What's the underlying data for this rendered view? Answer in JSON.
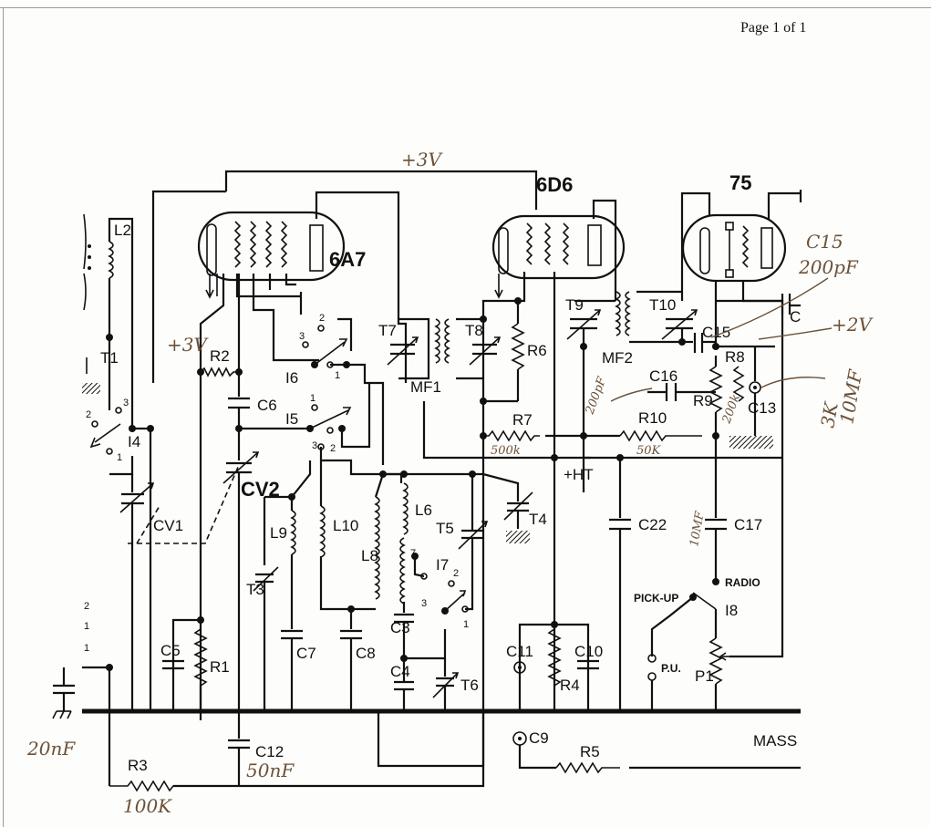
{
  "page": {
    "page_number": "Page 1 of 1"
  },
  "supply": {
    "plus_3v_top": "+3V",
    "plus_3v_left": "+3V",
    "plus_ht": "+HT",
    "plus_2v": "+2V"
  },
  "tubes": {
    "v1": "6A7",
    "v2": "6D6",
    "v3": "75"
  },
  "components": {
    "L2": "L2",
    "T1": "T1",
    "I4": "I4",
    "CV1": "CV1",
    "R2": "R2",
    "C6": "C6",
    "CV2": "CV2",
    "I6": "I6",
    "I5": "I5",
    "T7": "T7",
    "T8": "T8",
    "MF1": "MF1",
    "R6": "R6",
    "T9": "T9",
    "MF2": "MF2",
    "T10": "T10",
    "C15": "C15",
    "C": "C",
    "R8": "R8",
    "C16": "C16",
    "R9": "R9",
    "C13": "C13",
    "R7": "R7",
    "R10": "R10",
    "L9": "L9",
    "L10": "L10",
    "L6": "L6",
    "L8": "L8",
    "T5": "T5",
    "T4": "T4",
    "I7": "I7",
    "C22": "C22",
    "C17": "C17",
    "T3": "T3",
    "C7": "C7",
    "C8": "C8",
    "C3": "C3",
    "C5": "C5",
    "R1": "R1",
    "C4": "C4",
    "T6": "T6",
    "C11": "C11",
    "R4": "R4",
    "C10": "C10",
    "I8": "I8",
    "P1": "P1",
    "C12": "C12",
    "C9": "C9",
    "R3": "R3",
    "R5": "R5"
  },
  "switch": {
    "radio": "RADIO",
    "pick_up": "PICK-UP",
    "pu": "P.U.",
    "contacts": [
      "1",
      "2",
      "3",
      "7"
    ]
  },
  "ground": {
    "mass": "MASS"
  },
  "annotations": {
    "c15_label": "C15",
    "c15_value": "200pF",
    "c16_value": "200pF",
    "r7_value": "500k",
    "r10_value": "50K",
    "r9_value": "200k",
    "c13_r": "3K",
    "c13_c": "10MF",
    "c17_value": "10MF",
    "c12_value": "50nF",
    "r3_value": "100K",
    "left_cap": "20nF"
  }
}
